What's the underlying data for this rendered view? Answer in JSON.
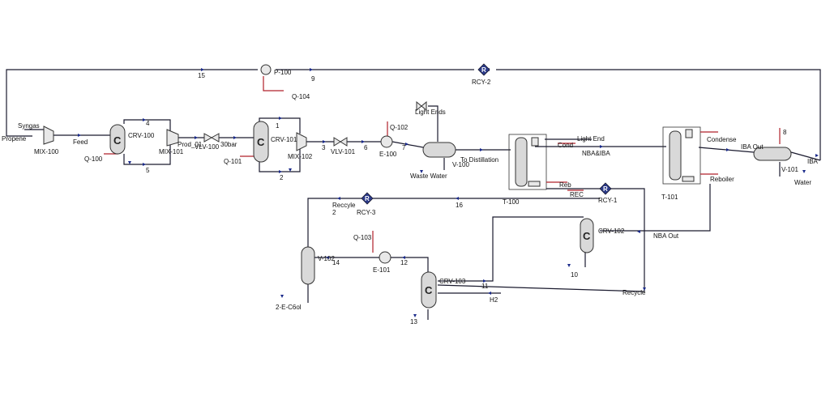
{
  "streams": {
    "propene": "Propene",
    "syngas": "Syngas",
    "feed": "Feed",
    "s4": "4",
    "s5": "5",
    "prod01": "Prod_01",
    "bar30": "30bar",
    "s1": "1",
    "s2": "2",
    "s3": "3",
    "s6": "6",
    "s7": "7",
    "s9": "9",
    "s15": "15",
    "light_ends": "Light Ends",
    "to_distillation": "To Distillation",
    "waste_water": "Waste Water",
    "cond": "Cond",
    "light_end": "Light End",
    "nba_iba": "NBA&IBA",
    "reb": "Reb",
    "rec": "REC",
    "condense": "Condense",
    "reboiler": "Reboiler",
    "iba_out": "IBA Out",
    "s8": "8",
    "iba": "IBA",
    "water": "Water",
    "nba_out": "NBA Out",
    "s16": "16",
    "recycle_top": "Reccyle",
    "s2b": "2",
    "s14": "14",
    "s12": "12",
    "s11": "11",
    "s10": "10",
    "s13": "13",
    "h2": "H2",
    "recycle": "Recycle",
    "e_c6ol": "2-E-C6ol"
  },
  "units": {
    "mix100": "MIX-100",
    "crv100": "CRV-100",
    "mix101": "MIX-101",
    "vlv100": "VLV-100",
    "crv101": "CRV-101",
    "mix102": "MIX-102",
    "vlv101": "VLV-101",
    "e100": "E-100",
    "v100": "V-100",
    "t100": "T-100",
    "t101": "T-101",
    "v101": "V-101",
    "p100": "P-100",
    "rcy1": "RCY-1",
    "rcy2": "RCY-2",
    "rcy3": "RCY-3",
    "crv102": "CRV-102",
    "crv103": "CRV-103",
    "v102": "V-102",
    "e101": "E-101"
  },
  "energy": {
    "q100": "Q-100",
    "q101": "Q-101",
    "q102": "Q-102",
    "q103": "Q-103",
    "q104": "Q-104"
  },
  "symbols": {
    "reactor": "C",
    "recycle": "R"
  },
  "colors": {
    "material": "#1a1a2e",
    "energy": "#b0202a",
    "arrow": "#1a2a8a",
    "recycle_block": "#2b3a8a"
  }
}
